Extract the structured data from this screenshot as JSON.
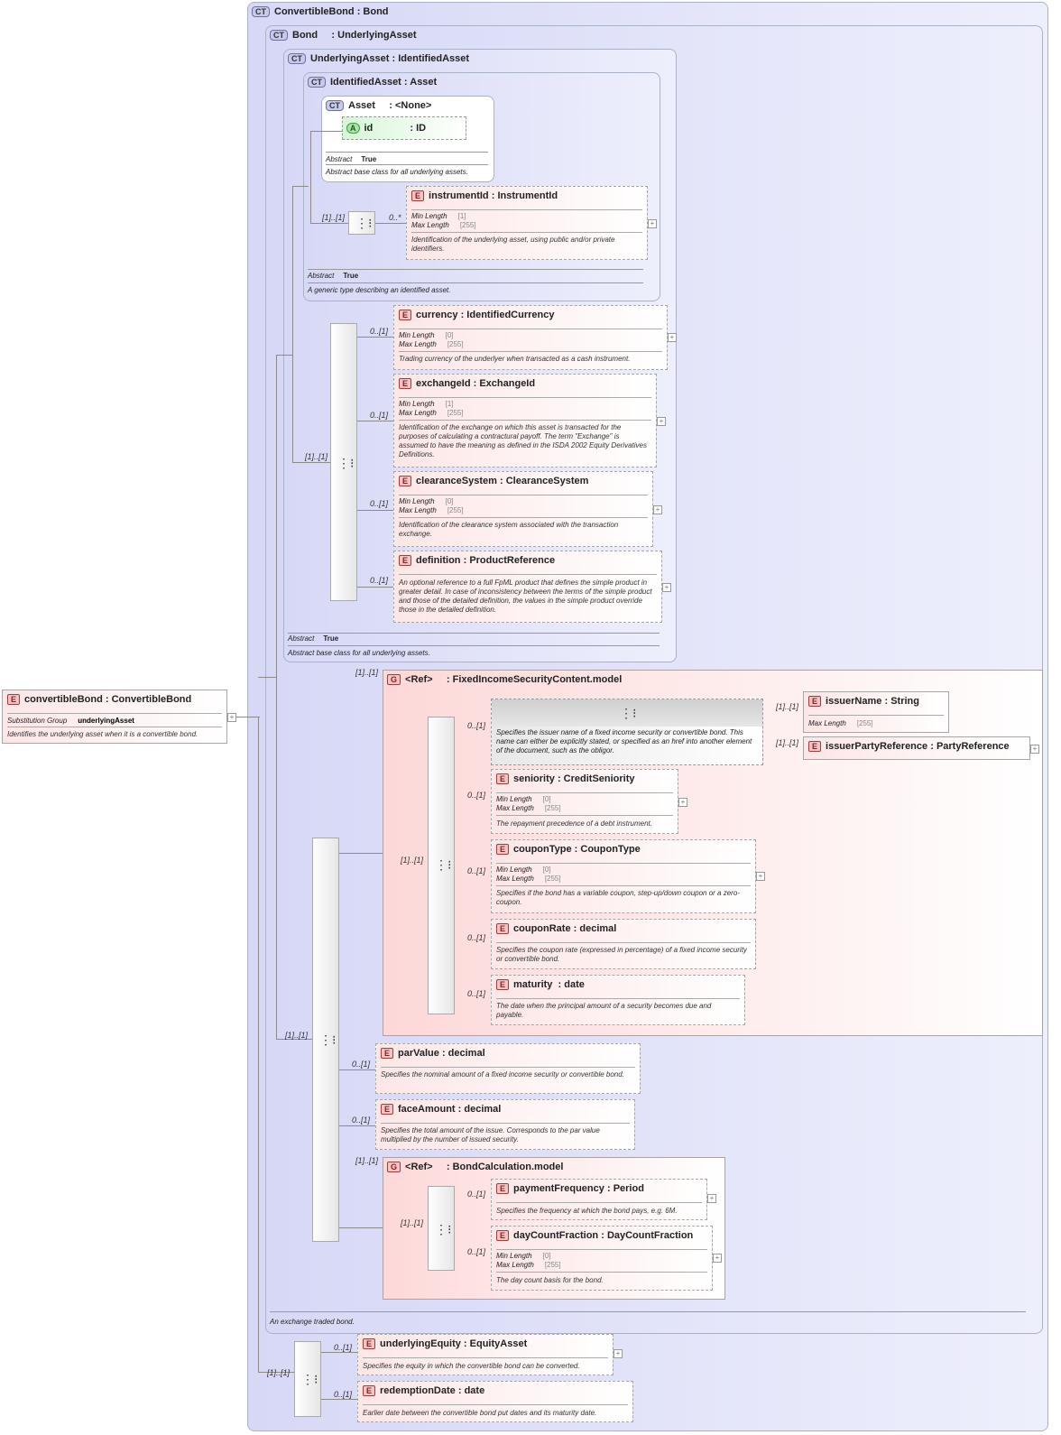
{
  "root": {
    "badge": "E",
    "name": "convertibleBond",
    "type": "ConvertibleBond",
    "subst_label": "Substitution Group",
    "subst_value": "underlyingAsset",
    "doc": "Identifies the underlying asset when it is a convertible bond."
  },
  "ct_convertible": {
    "badge": "CT",
    "name": "ConvertibleBond",
    "type": "Bond"
  },
  "ct_bond": {
    "badge": "CT",
    "name": "Bond",
    "type": "UnderlyingAsset",
    "doc": "An exchange traded bond."
  },
  "ct_underlying": {
    "badge": "CT",
    "name": "UnderlyingAsset",
    "type": "IdentifiedAsset",
    "abstract_label": "Abstract",
    "abstract_value": "True",
    "doc": "Abstract base class for all underlying assets."
  },
  "ct_identified": {
    "badge": "CT",
    "name": "IdentifiedAsset",
    "type": "Asset",
    "abstract_label": "Abstract",
    "abstract_value": "True",
    "doc": "A generic type describing an identified asset."
  },
  "ct_asset": {
    "badge": "CT",
    "name": "Asset",
    "type": "<None>",
    "abstract_label": "Abstract",
    "abstract_value": "True",
    "doc": "Abstract base class for all underlying assets."
  },
  "attr_id": {
    "badge": "A",
    "name": "id",
    "type": "ID"
  },
  "labels": {
    "min": "Min Length",
    "max": "Max Length",
    "colon": ":"
  },
  "elements": {
    "instrumentId": {
      "badge": "E",
      "name": "instrumentId",
      "type": "InstrumentId",
      "min": "[1]",
      "max": "[255]",
      "doc": "Identification of the underlying asset, using public and/or private identifiers.",
      "card": "0..*"
    },
    "currency": {
      "badge": "E",
      "name": "currency",
      "type": "IdentifiedCurrency",
      "min": "[0]",
      "max": "[255]",
      "doc": "Trading currency of the underlyer when transacted as a cash instrument.",
      "card": "0..[1]"
    },
    "exchangeId": {
      "badge": "E",
      "name": "exchangeId",
      "type": "ExchangeId",
      "min": "[1]",
      "max": "[255]",
      "doc": "Identification of the exchange on which this asset is transacted for the purposes of calculating a contractural payoff. The term \"Exchange\" is assumed to have the meaning as defined in the ISDA 2002 Equity Derivatives Definitions.",
      "card": "0..[1]"
    },
    "clearanceSystem": {
      "badge": "E",
      "name": "clearanceSystem",
      "type": "ClearanceSystem",
      "min": "[0]",
      "max": "[255]",
      "doc": "Identification of the clearance system associated with the transaction exchange.",
      "card": "0..[1]"
    },
    "definition": {
      "badge": "E",
      "name": "definition",
      "type": "ProductReference",
      "doc": "An optional reference to a full FpML product that defines the simple product in greater detail. In case of inconsistency between the terms of the simple product and those of the detailed definition, the values in the simple product override those in the detailed definition.",
      "card": "0..[1]"
    },
    "issuerName": {
      "badge": "E",
      "name": "issuerName",
      "type": "String",
      "max": "[255]",
      "card": "[1]..[1]"
    },
    "issuerPartyReference": {
      "badge": "E",
      "name": "issuerPartyReference",
      "type": "PartyReference",
      "card": "[1]..[1]"
    },
    "seniority": {
      "badge": "E",
      "name": "seniority",
      "type": "CreditSeniority",
      "min": "[0]",
      "max": "[255]",
      "doc": "The repayment precedence of a debt instrument.",
      "card": "0..[1]"
    },
    "couponType": {
      "badge": "E",
      "name": "couponType",
      "type": "CouponType",
      "min": "[0]",
      "max": "[255]",
      "doc": "Specifies if the bond has a variable coupon, step-up/down coupon or a zero-coupon.",
      "card": "0..[1]"
    },
    "couponRate": {
      "badge": "E",
      "name": "couponRate",
      "type": "decimal",
      "doc": "Specifies the coupon rate (expressed in percentage) of a fixed income security or convertible bond.",
      "card": "0..[1]"
    },
    "maturity": {
      "badge": "E",
      "name": "maturity",
      "type": "date",
      "doc": "The date when the principal amount of a security becomes due and payable.",
      "card": "0..[1]"
    },
    "parValue": {
      "badge": "E",
      "name": "parValue",
      "type": "decimal",
      "doc": "Specifies the nominal amount of a fixed income security or convertible bond.",
      "card": "0..[1]"
    },
    "faceAmount": {
      "badge": "E",
      "name": "faceAmount",
      "type": "decimal",
      "doc": "Specifies the total amount of the issue. Corresponds to the par value multiplied by the number of issued security.",
      "card": "0..[1]"
    },
    "paymentFrequency": {
      "badge": "E",
      "name": "paymentFrequency",
      "type": "Period",
      "doc": "Specifies the frequency at which the bond pays, e.g. 6M.",
      "card": "0..[1]"
    },
    "dayCountFraction": {
      "badge": "E",
      "name": "dayCountFraction",
      "type": "DayCountFraction",
      "min": "[0]",
      "max": "[255]",
      "doc": "The day count basis for the bond.",
      "card": "0..[1]"
    },
    "underlyingEquity": {
      "badge": "E",
      "name": "underlyingEquity",
      "type": "EquityAsset",
      "doc": "Specifies the equity in which the convertible bond can be converted.",
      "card": "0..[1]"
    },
    "redemptionDate": {
      "badge": "E",
      "name": "redemptionDate",
      "type": "date",
      "doc": "Earlier date between the convertible bond put dates and its maturity date.",
      "card": "0..[1]"
    }
  },
  "choice_issuer": {
    "doc": "Specifies the issuer name of a fixed income security or convertible bond. This name can either be explicitly stated, or specified as an href into another element of the document, such as the obligor.",
    "card": "0..[1]"
  },
  "group_fixed": {
    "badge": "G",
    "ref": "<Ref>",
    "name": "FixedIncomeSecurityContent.model",
    "card": "[1]..[1]"
  },
  "group_calc": {
    "badge": "G",
    "ref": "<Ref>",
    "name": "BondCalculation.model",
    "card": "[1]..[1]"
  },
  "seq_cards": {
    "identified": "[1]..[1]",
    "underlying": "[1]..[1]",
    "bond": "[1]..[1]",
    "fixed": "[1]..[1]",
    "calc": "[1]..[1]",
    "convertible": "[1]..[1]"
  },
  "seq_icon": "⋮⁝",
  "plus": "+"
}
